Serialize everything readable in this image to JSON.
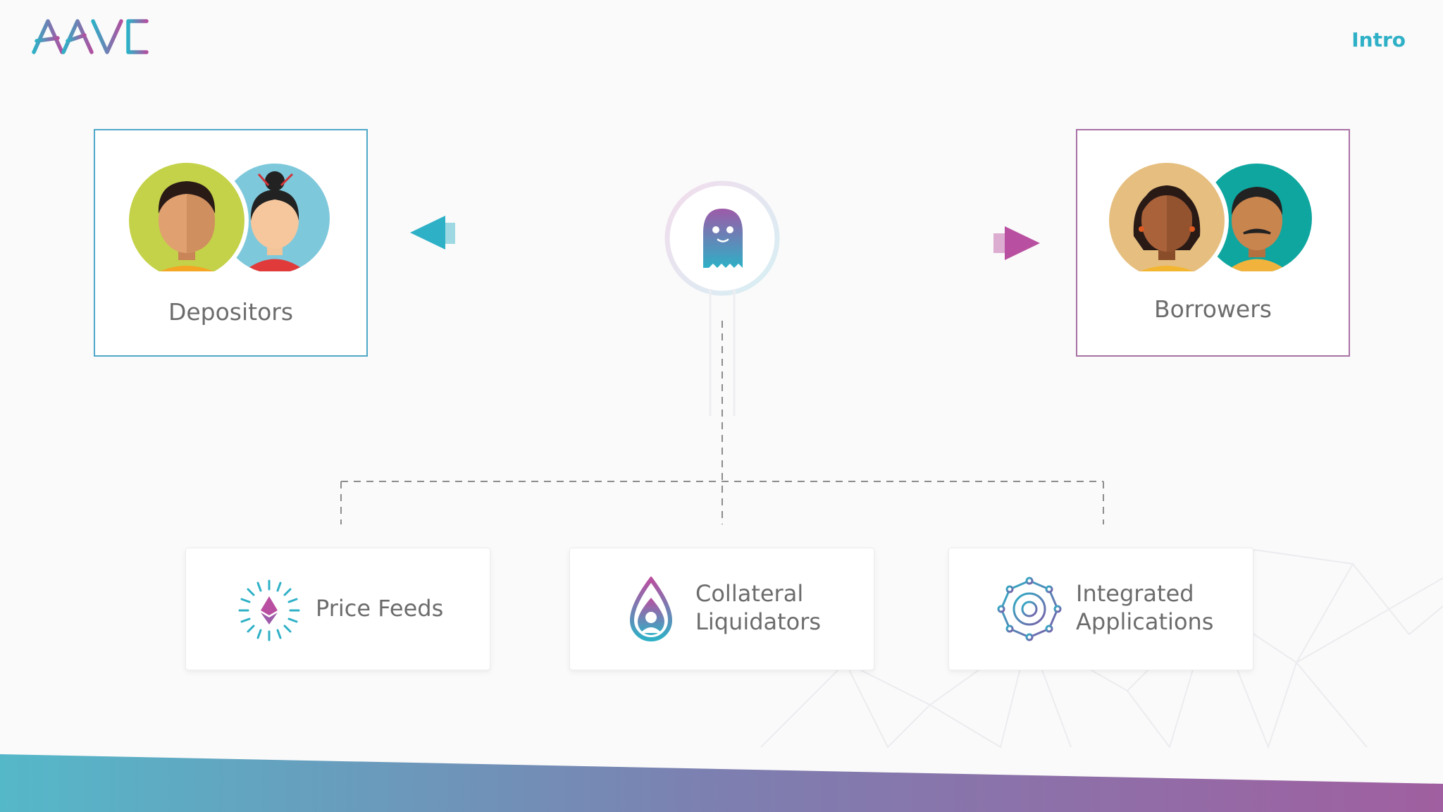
{
  "header": {
    "logo_text": "AAVE",
    "section_label": "Intro"
  },
  "diagram": {
    "depositors_label": "Depositors",
    "borrowers_label": "Borrowers",
    "services": [
      {
        "line1": "Price Feeds",
        "line2": ""
      },
      {
        "line1": "Collateral",
        "line2": "Liquidators"
      },
      {
        "line1": "Integrated",
        "line2": "Applications"
      }
    ]
  },
  "colors": {
    "teal": "#2eb0c6",
    "purple": "#b94fa0",
    "depositors_border": "#4fa8c9",
    "borrowers_border": "#a871a4",
    "text": "#6c6c6c"
  },
  "icons": [
    "ghost-icon",
    "ethereum-icon",
    "droplet-user-icon",
    "gear-network-icon"
  ]
}
